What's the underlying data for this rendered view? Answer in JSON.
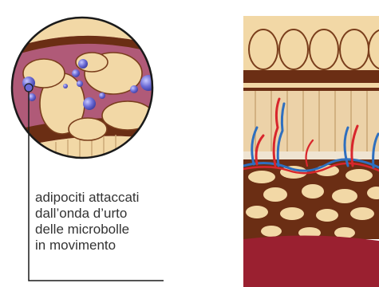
{
  "caption": {
    "lines": [
      "adipociti attaccati",
      "dall’onda d’urto",
      "delle microbolle",
      "in movimento"
    ]
  },
  "colors": {
    "fat_cell": "#f2d8a6",
    "fat_cell_outline": "#7a3e1c",
    "dermis_brown": "#6b2e14",
    "dermis_tan": "#ecd2a8",
    "muscle": "#9a2030",
    "microbubble": "#6b6bd6",
    "tissue_pink": "#b05a78",
    "vein_blue": "#2e6fbf",
    "artery_red": "#d8262c"
  },
  "icons": [
    "magnified-circle-icon",
    "microbubble-icon",
    "skin-cross-section-icon"
  ]
}
